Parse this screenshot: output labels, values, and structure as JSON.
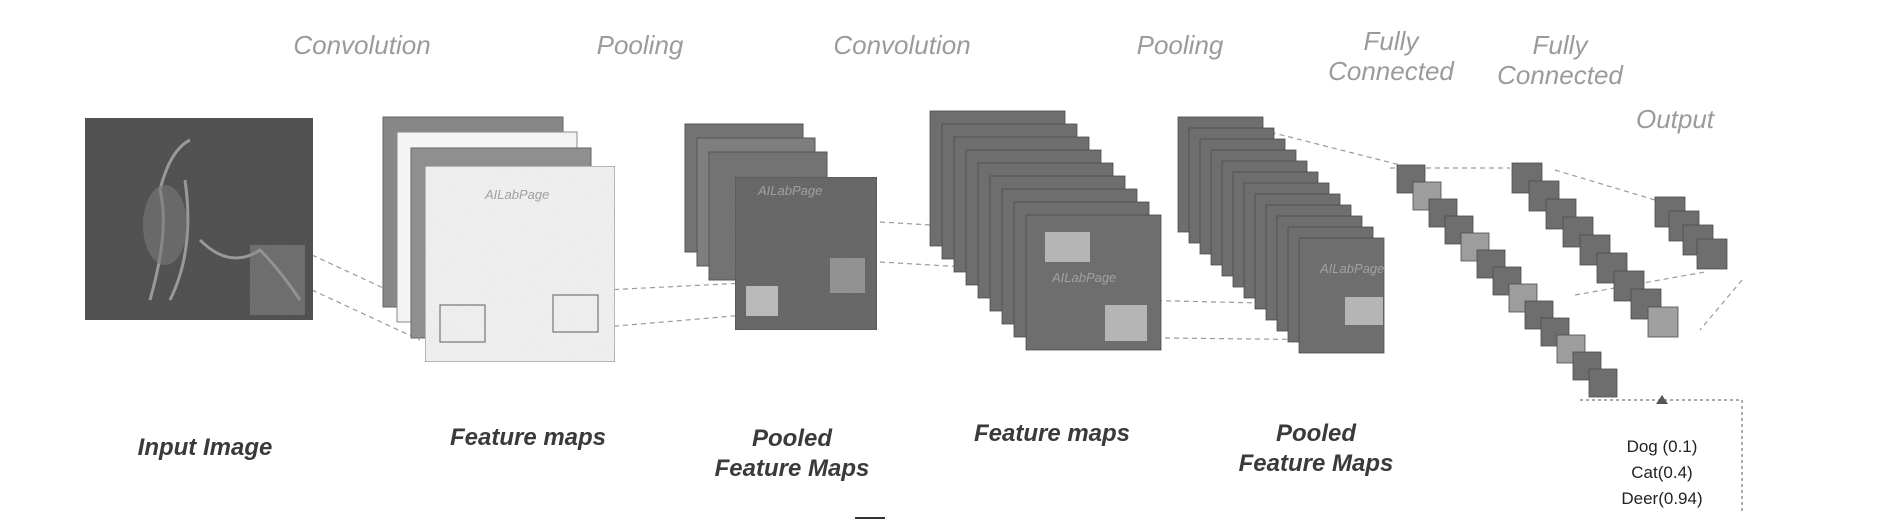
{
  "stages": {
    "conv1": "Convolution",
    "pool1": "Pooling",
    "conv2": "Convolution",
    "pool2": "Pooling",
    "fc1_line1": "Fully",
    "fc1_line2": "Connected",
    "fc2_line1": "Fully",
    "fc2_line2": "Connected",
    "output": "Output"
  },
  "labels": {
    "input": "Input Image",
    "feature1": "Feature maps",
    "pooled1_line1": "Pooled",
    "pooled1_line2": "Feature Maps",
    "feature2": "Feature maps",
    "pooled2_line1": "Pooled",
    "pooled2_line2": "Feature Maps"
  },
  "watermark": "AILabPage",
  "results": [
    "Dog (0.1)",
    "Cat(0.4)",
    "Deer(0.94)"
  ],
  "colors": {
    "map_dark": "#6e6e6e",
    "map_mid": "#8a8a8a",
    "map_light": "#f2f2f2",
    "patch": "#b5b5b5",
    "stage_text": "#9b9b9b",
    "label_text": "#3a3a3a"
  }
}
